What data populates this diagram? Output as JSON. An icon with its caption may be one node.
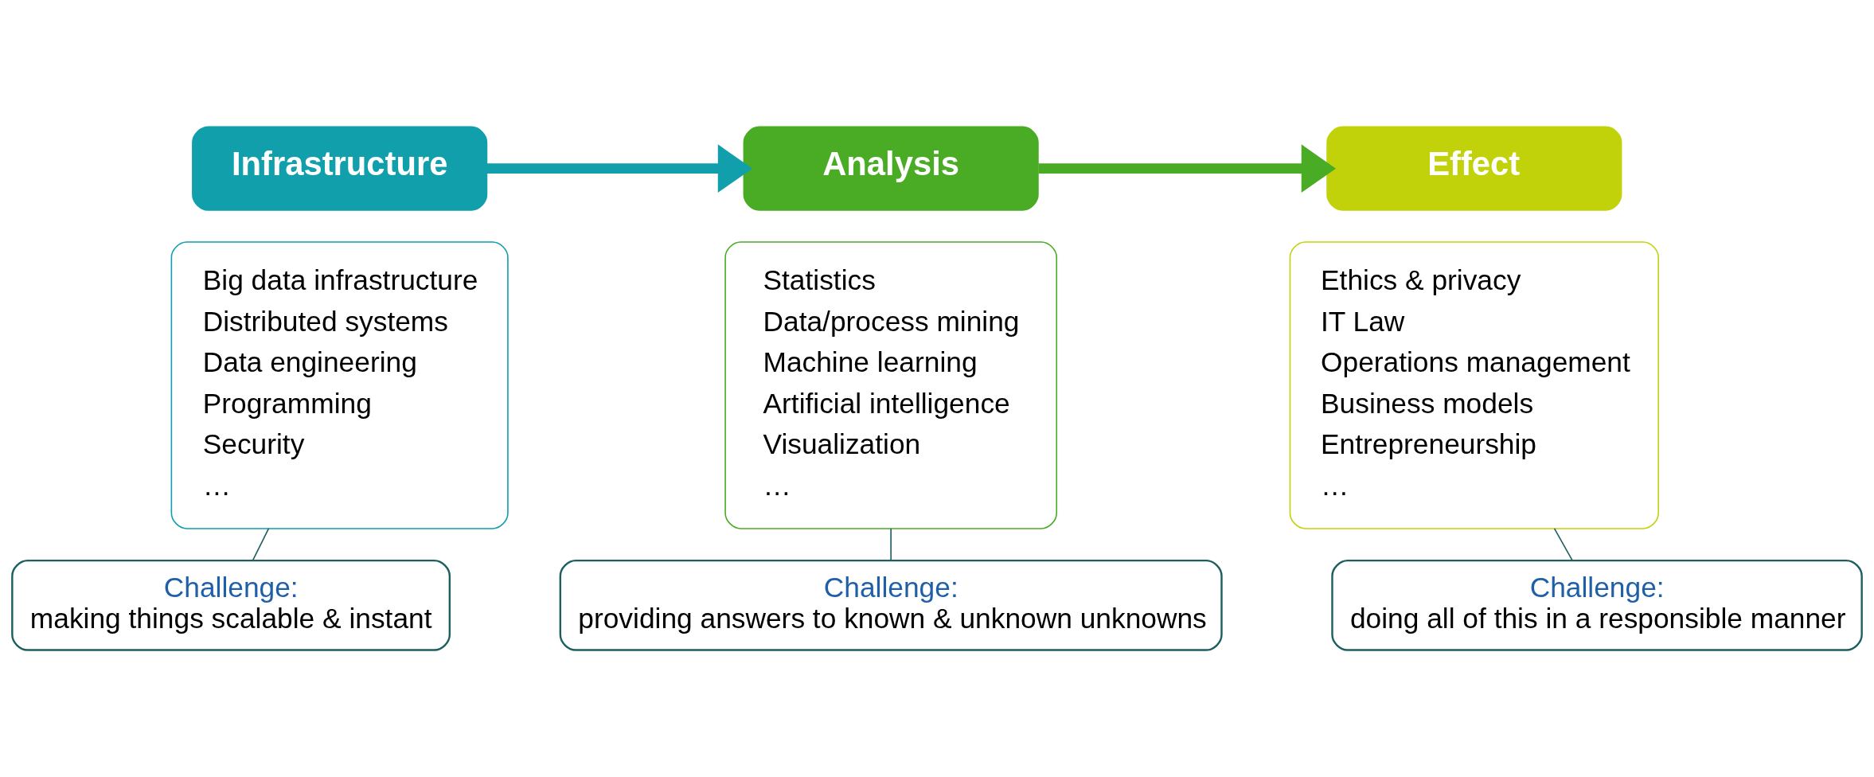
{
  "diagram": {
    "nodes": [
      {
        "text": [
          "Infrastructure"
        ]
      },
      {
        "text": [
          "Big data infrastructure",
          "Distributed systems",
          "Data engineering",
          "Programming",
          "Security",
          "…"
        ]
      },
      {
        "text": [
          "Challenge:",
          "making things scalable & instant"
        ]
      },
      {
        "text": [
          "Analysis"
        ]
      },
      {
        "text": [
          "Statistics",
          "Data/process mining",
          "Machine learning",
          "Artificial intelligence",
          "Visualization",
          "…"
        ]
      },
      {
        "text": [
          "Challenge:",
          "providing answers to known & unknown unknowns"
        ]
      },
      {
        "text": [
          "Effect"
        ]
      },
      {
        "text": [
          "Ethics & privacy",
          "IT Law",
          "Operations management",
          "Business models",
          "Entrepreneurship",
          "…"
        ]
      },
      {
        "text": [
          "Challenge:",
          "doing all of this in a responsible manner"
        ]
      }
    ],
    "edges": [
      {
        "from": 0,
        "to": 3,
        "arrow": "to",
        "style": "thick",
        "color": "#119fab"
      },
      {
        "from": 3,
        "to": 6,
        "arrow": "to",
        "style": "thick",
        "color": "#4aab24"
      },
      {
        "from": 2,
        "to": 1,
        "arrow": "none"
      },
      {
        "from": 5,
        "to": 4,
        "arrow": "none"
      },
      {
        "from": 8,
        "to": 7,
        "arrow": "none"
      }
    ]
  }
}
